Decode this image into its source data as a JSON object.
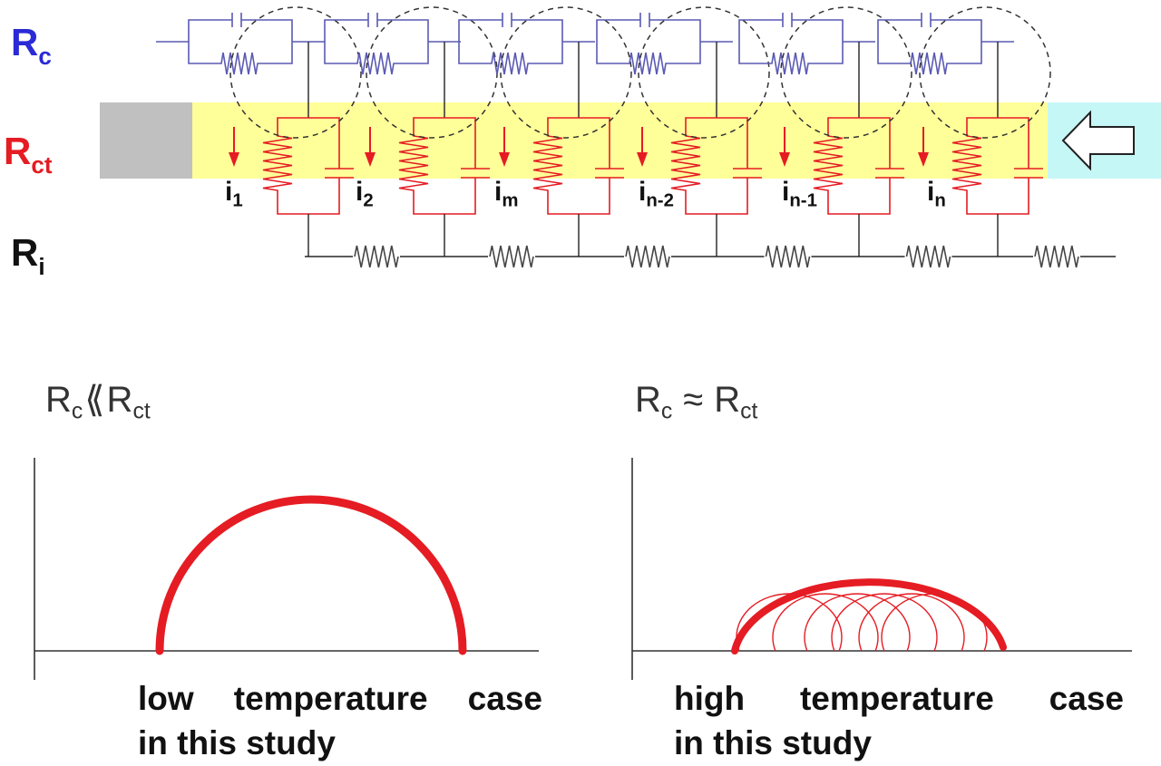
{
  "rails": {
    "rc": {
      "main": "R",
      "sub": "c",
      "color": "#2a2ad6"
    },
    "rct": {
      "main": "R",
      "sub": "ct",
      "color": "#e51c23"
    },
    "ri": {
      "main": "R",
      "sub": "i",
      "color": "#111111"
    }
  },
  "currents": [
    {
      "main": "i",
      "sub": "1"
    },
    {
      "main": "i",
      "sub": "2"
    },
    {
      "main": "i",
      "sub": "m"
    },
    {
      "main": "i",
      "sub": "n-2"
    },
    {
      "main": "i",
      "sub": "n-1"
    },
    {
      "main": "i",
      "sub": "n"
    }
  ],
  "left_case": {
    "condition": {
      "a": "R",
      "a_sub": "c",
      "rel": "⟪",
      "b": "R",
      "b_sub": "ct"
    },
    "caption_line1": "low temperature case",
    "caption_line2": "in this study"
  },
  "right_case": {
    "condition": {
      "a": "R",
      "a_sub": "c",
      "rel": "≈",
      "b": "R",
      "b_sub": "ct"
    },
    "caption_line1": "high temperature case",
    "caption_line2": "in this study"
  },
  "colors": {
    "electrolyte_band": "#ffff99",
    "current_collector": "#c0c0c0",
    "inlet": "#c6f7f7",
    "contact_circuit": "#5a5ab4",
    "charge_transfer": "#e51c23",
    "ionic": "#444444",
    "semicircle": "#e51c23"
  }
}
